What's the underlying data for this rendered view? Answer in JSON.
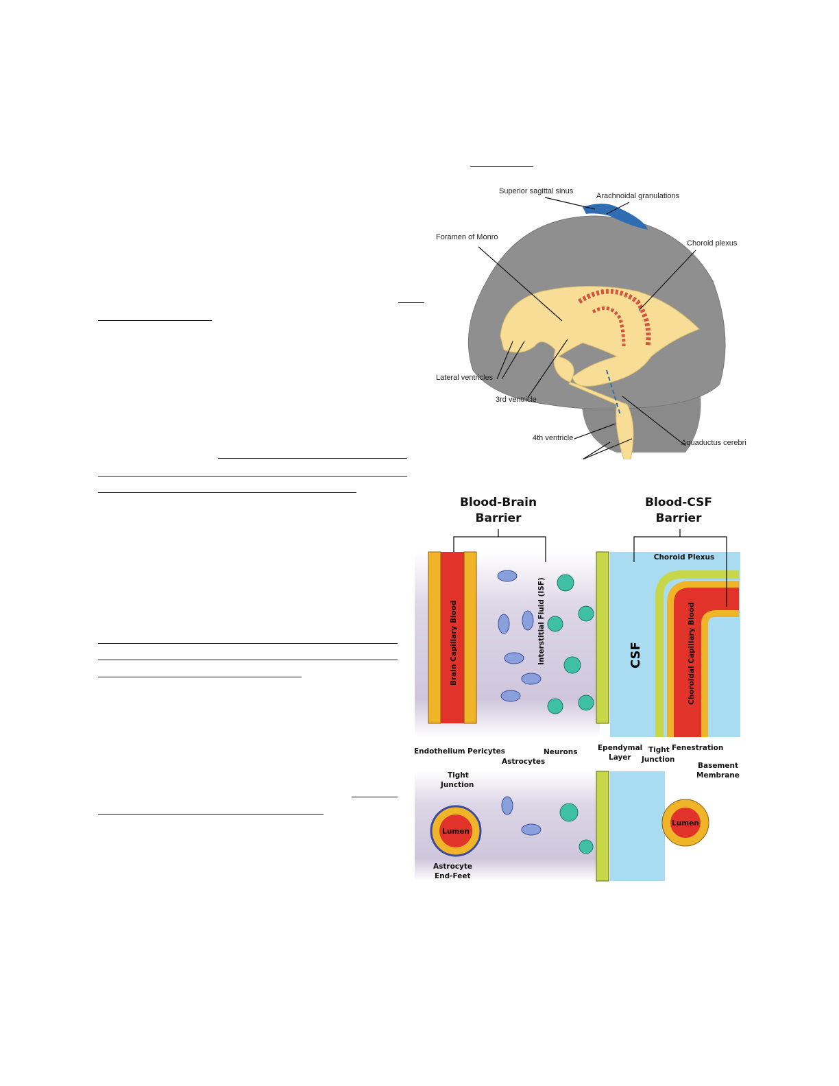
{
  "ventricles_diagram": {
    "labels": {
      "superior_sagittal_sinus": "Superior sagittal sinus",
      "arachnoidal_granulations": "Arachnoidal granulations",
      "foramen_of_monro": "Foramen of Monro",
      "choroid_plexus": "Choroid plexus",
      "lateral_ventricles": "Lateral ventricles",
      "third_ventricle": "3rd ventricle",
      "fourth_ventricle": "4th ventricle",
      "aquaductus_cerebri": "Aquaductus cerebri"
    },
    "colors": {
      "brain": "#8f8f8f",
      "ventricle": "#f7dd95",
      "plexus": "#d2553f",
      "sinus": "#2f6db3"
    }
  },
  "barrier_diagram": {
    "titles": {
      "bbb_line1": "Blood-Brain",
      "bbb_line2": "Barrier",
      "bcsf_line1": "Blood-CSF",
      "bcsf_line2": "Barrier"
    },
    "labels": {
      "choroid_plexus": "Choroid Plexus",
      "brain_capillary_blood": "Brain Capillary Blood",
      "interstitial_fluid": "Interstitial Fluid (ISF)",
      "csf": "CSF",
      "choroidal_capillary_blood": "Choroidal Capillary Blood",
      "endothelium": "Endothelium",
      "pericytes": "Pericytes",
      "astrocytes": "Astrocytes",
      "neurons": "Neurons",
      "ependymal_1": "Ependymal",
      "ependymal_2": "Layer",
      "tight_junction_r1": "Tight",
      "tight_junction_r2": "Junction",
      "fenestration": "Fenestration",
      "basement_1": "Basement",
      "basement_2": "Membrane",
      "tight_junction_l1": "Tight",
      "tight_junction_l2": "Junction",
      "lumen_left": "Lumen",
      "lumen_right": "Lumen",
      "astro_feet_1": "Astrocyte",
      "astro_feet_2": "End-Feet"
    },
    "colors": {
      "blood": "#e2332b",
      "csf": "#a9dcf0",
      "endothelium": "#f0b429",
      "neuron": "#3fbfa4",
      "astrocyte": "#8aa0dc"
    }
  }
}
